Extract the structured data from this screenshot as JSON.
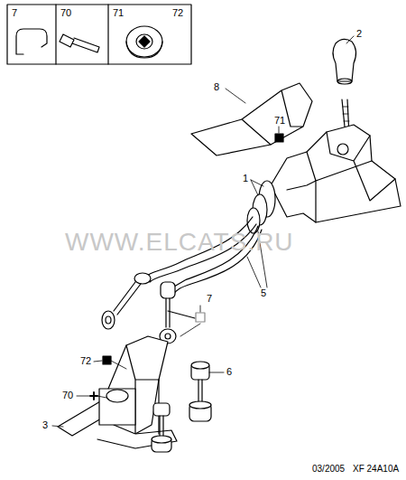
{
  "diagram": {
    "labels": [
      "7",
      "70",
      "71",
      "72",
      "2",
      "8",
      "71",
      "1",
      "WWW.ELCATS.RU",
      "5",
      "7",
      "6",
      "72",
      "70",
      "3",
      "03/2005",
      "XF 24A10A"
    ]
  }
}
